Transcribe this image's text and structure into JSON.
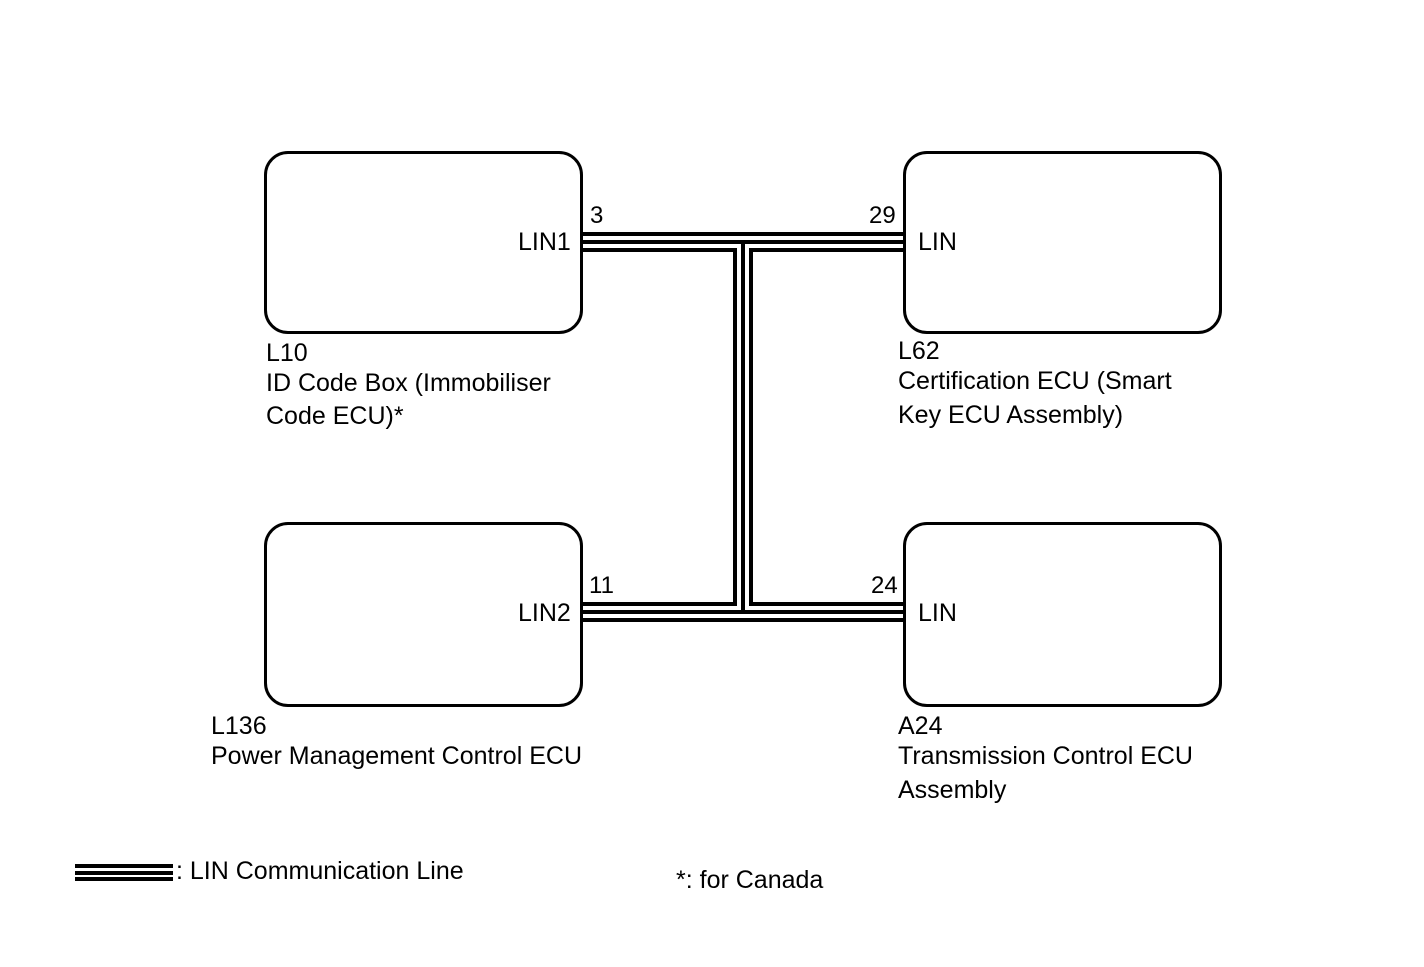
{
  "ecus": {
    "l10": {
      "connector": "L10",
      "name_line1": "ID Code Box (Immobiliser",
      "name_line2": "Code ECU)*",
      "pin_number": "3",
      "pin_label": "LIN1"
    },
    "l62": {
      "connector": "L62",
      "name_line1": "Certification ECU (Smart",
      "name_line2": "Key ECU Assembly)",
      "pin_number": "29",
      "pin_label": "LIN"
    },
    "l136": {
      "connector": "L136",
      "name_line1": "Power Management Control ECU",
      "pin_number": "11",
      "pin_label": "LIN2"
    },
    "a24": {
      "connector": "A24",
      "name_line1": "Transmission Control ECU",
      "name_line2": "Assembly",
      "pin_number": "24",
      "pin_label": "LIN"
    }
  },
  "legend": {
    "line_label": ": LIN Communication Line",
    "footnote": "*: for Canada"
  },
  "colors": {
    "wire": "#000000",
    "background": "#ffffff"
  }
}
